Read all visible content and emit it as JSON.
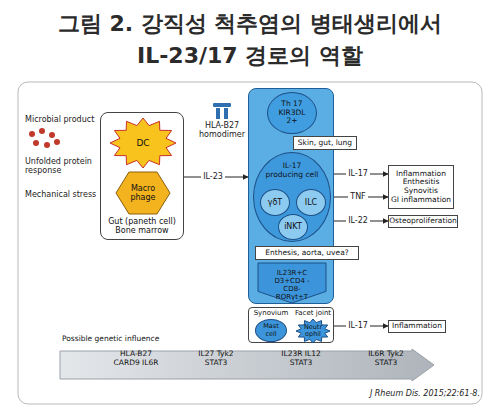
{
  "diagram": {
    "title": "그림 2. 강직성 척추염의 병태생리에서 IL-23/17 경로의 역할",
    "nodes": [
      {
        "text": [
          "Gut (paneth cell) Bone marrow"
        ]
      },
      {
        "text": [
          "DC"
        ],
        "in": 0
      },
      {
        "text": [
          "Macro phage"
        ],
        "in": 0
      },
      {
        "text": []
      },
      {
        "text": [
          "Th 17 KIR3DL 2+"
        ],
        "in": 3
      },
      {
        "text": [
          "Skin, gut, lung"
        ],
        "in": 3
      },
      {
        "text": [
          "IL-17 producing cell"
        ],
        "in": 3
      },
      {
        "text": [
          "γδT"
        ],
        "in": 6
      },
      {
        "text": [
          "ILC"
        ],
        "in": 6
      },
      {
        "text": [
          "iNKT"
        ],
        "in": 6
      },
      {
        "text": [
          "Enthesis, aorta, uvea?"
        ],
        "in": 3
      },
      {
        "text": [
          "IL23R+C D3+CD4 -CD8- RORγt+T"
        ],
        "in": 3
      },
      {
        "text": [
          "Synovium",
          "Facet joint"
        ]
      },
      {
        "text": [
          "Mast cell"
        ],
        "in": 12
      },
      {
        "text": [
          "Neutr ophil"
        ],
        "in": 12
      },
      {
        "text": [
          "Inflammation",
          "Enthesitis",
          "Synovitis",
          "GI inflammation"
        ]
      },
      {
        "text": [
          "Osteoproliferation"
        ]
      },
      {
        "text": [
          "Inflammation"
        ]
      },
      {
        "text": [
          "Possible genetic influence",
          "HLA-B27 CARD9 IL6R",
          "IL27 Tyk2 STAT3",
          "IL23R IL12 STAT3",
          "IL6R Tyk2 STAT3"
        ]
      }
    ],
    "edges": [
      {
        "from": 0,
        "to": 3,
        "label": "IL-23",
        "arrow": "to"
      },
      {
        "from": 3,
        "to": 15,
        "label": "IL-17",
        "arrow": "to"
      },
      {
        "from": 3,
        "to": 15,
        "label": "TNF",
        "arrow": "to"
      },
      {
        "from": 3,
        "to": 16,
        "label": "IL-22",
        "arrow": "to"
      },
      {
        "from": 12,
        "to": 17,
        "label": "IL-17",
        "arrow": "to"
      }
    ],
    "labels": [
      "Microbial product",
      "Unfolded protein response",
      "Mechanical stress",
      "HLA-B27 homodimer",
      "J Rheum Dis. 2015;22:61-8."
    ]
  }
}
